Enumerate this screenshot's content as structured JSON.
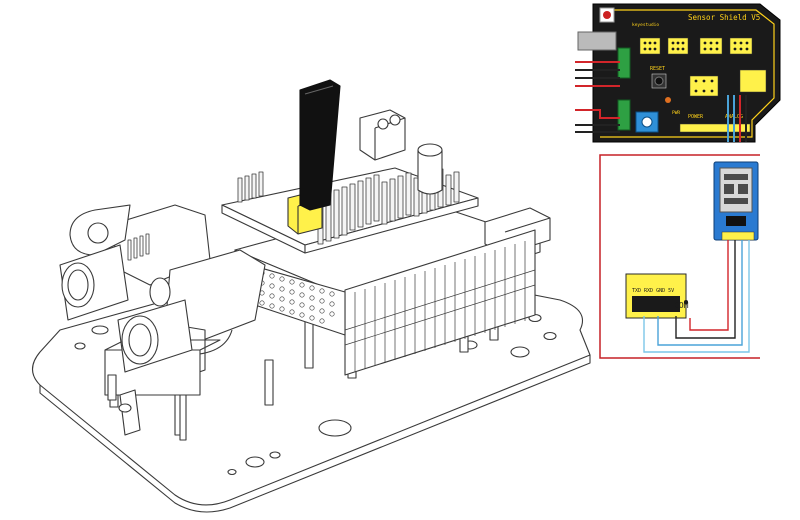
{
  "shield": {
    "title": "Sensor Shield V5",
    "brand": "keyestudio",
    "reset_label": "RESET",
    "power_label": "POWER",
    "analog_label": "ANALOG",
    "pwr_label": "PWR"
  },
  "com_port": {
    "pin_label": "TXD RXD GND 5V",
    "com_label": "COM"
  },
  "colors": {
    "shield_board": "#1a1a1a",
    "shield_trace": "#ffd21a",
    "header_yellow": "#fff14a",
    "wire_red": "#d2252a",
    "wire_blue": "#4aa3d8",
    "wire_lightblue": "#7cc6e8",
    "wire_dark": "#222222",
    "frame_red": "#c62027",
    "bt_module_blue": "#2a7ad1"
  }
}
